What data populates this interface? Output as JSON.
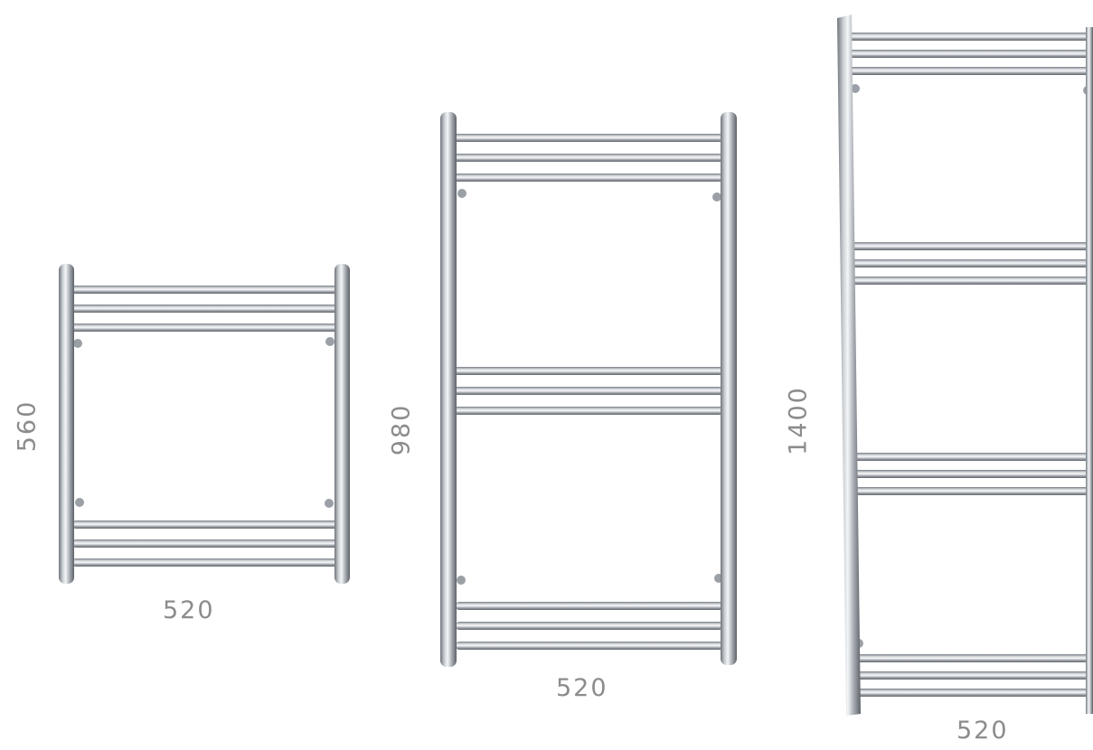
{
  "towel_rails": [
    {
      "id": "rail-small",
      "height_label": "560",
      "width_label": "520",
      "bar_groups": [
        3,
        3
      ]
    },
    {
      "id": "rail-medium",
      "height_label": "980",
      "width_label": "520",
      "bar_groups": [
        3,
        3,
        3
      ]
    },
    {
      "id": "rail-large",
      "height_label": "1400",
      "width_label": "520",
      "bar_groups": [
        3,
        3,
        3,
        3
      ]
    }
  ],
  "colors": {
    "background": "#ffffff",
    "label": "#8c8c8c",
    "chrome_dark": "#6f747a",
    "chrome_mid": "#b9bec4",
    "chrome_light": "#f4f6f8"
  }
}
